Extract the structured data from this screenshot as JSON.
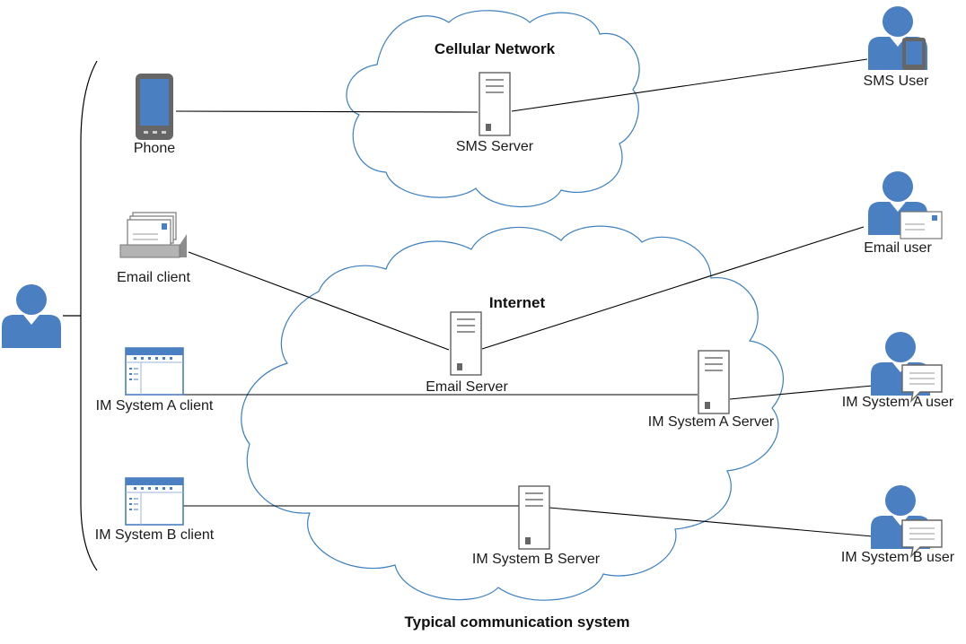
{
  "title": "Typical communication system",
  "clouds": {
    "cellular": "Cellular Network",
    "internet": "Internet"
  },
  "clients": {
    "phone": "Phone",
    "email": "Email client",
    "im_a": "IM System A client",
    "im_b": "IM System B client"
  },
  "servers": {
    "sms": "SMS Server",
    "email": "Email Server",
    "im_a": "IM System A Server",
    "im_b": "IM System B Server"
  },
  "users": {
    "sms": "SMS User",
    "email": "Email user",
    "im_a": "IM System A user",
    "im_b": "IM System B user"
  },
  "icons": {
    "person": "person-icon",
    "phone": "phone-icon",
    "email_client": "email-client-icon",
    "app_window": "app-window-icon",
    "server": "server-icon",
    "user_phone": "user-with-phone-icon",
    "user_email": "user-with-envelope-icon",
    "user_chat": "user-with-chat-bubble-icon"
  },
  "colors": {
    "icon_blue": "#4a7fc1",
    "cloud_stroke": "#3c7fbf",
    "line": "#000000"
  }
}
